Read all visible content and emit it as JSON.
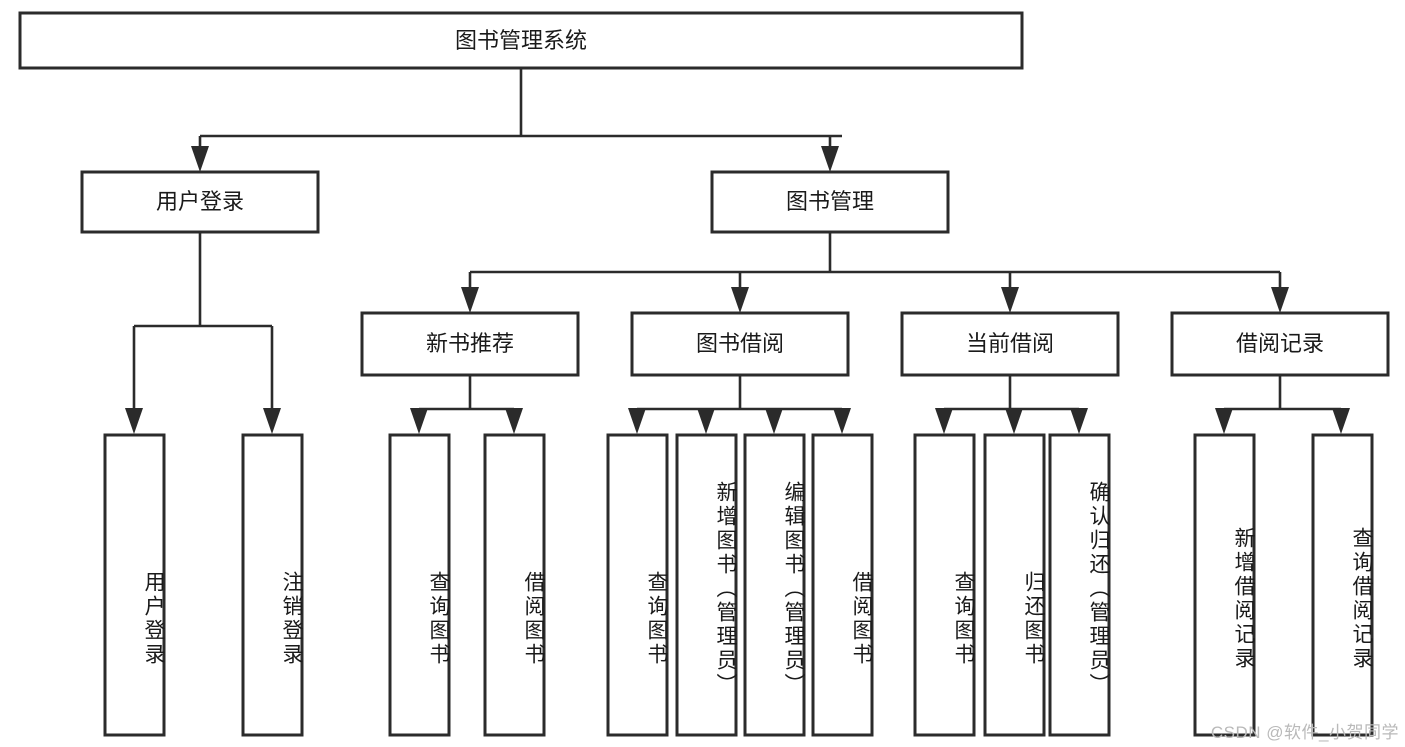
{
  "diagram": {
    "title": "图书管理系统",
    "type": "tree-hierarchy-flowchart",
    "root": {
      "label": "图书管理系统"
    },
    "level1": [
      {
        "label": "用户登录"
      },
      {
        "label": "图书管理"
      }
    ],
    "level2": [
      {
        "label": "新书推荐",
        "parent": "图书管理"
      },
      {
        "label": "图书借阅",
        "parent": "图书管理"
      },
      {
        "label": "当前借阅",
        "parent": "图书管理"
      },
      {
        "label": "借阅记录",
        "parent": "图书管理"
      }
    ],
    "leaves": [
      {
        "label": "用户登录",
        "parent": "用户登录"
      },
      {
        "label": "注销登录",
        "parent": "用户登录"
      },
      {
        "label": "查询图书",
        "parent": "新书推荐"
      },
      {
        "label": "借阅图书",
        "parent": "新书推荐"
      },
      {
        "label": "查询图书",
        "parent": "图书借阅"
      },
      {
        "label": "新增图书（管理员）",
        "parent": "图书借阅"
      },
      {
        "label": "编辑图书（管理员）",
        "parent": "图书借阅"
      },
      {
        "label": "借阅图书",
        "parent": "图书借阅"
      },
      {
        "label": "查询图书",
        "parent": "当前借阅"
      },
      {
        "label": "归还图书",
        "parent": "当前借阅"
      },
      {
        "label": "确认归还（管理员）",
        "parent": "当前借阅"
      },
      {
        "label": "新增借阅记录",
        "parent": "借阅记录"
      },
      {
        "label": "查询借阅记录",
        "parent": "借阅记录"
      }
    ]
  },
  "watermark": {
    "text": "CSDN @软件_小贺同学"
  },
  "colors": {
    "stroke": "#2b2b2b",
    "fill": "#ffffff",
    "text": "#1a1a1a",
    "watermark": "#b9b9b9"
  }
}
